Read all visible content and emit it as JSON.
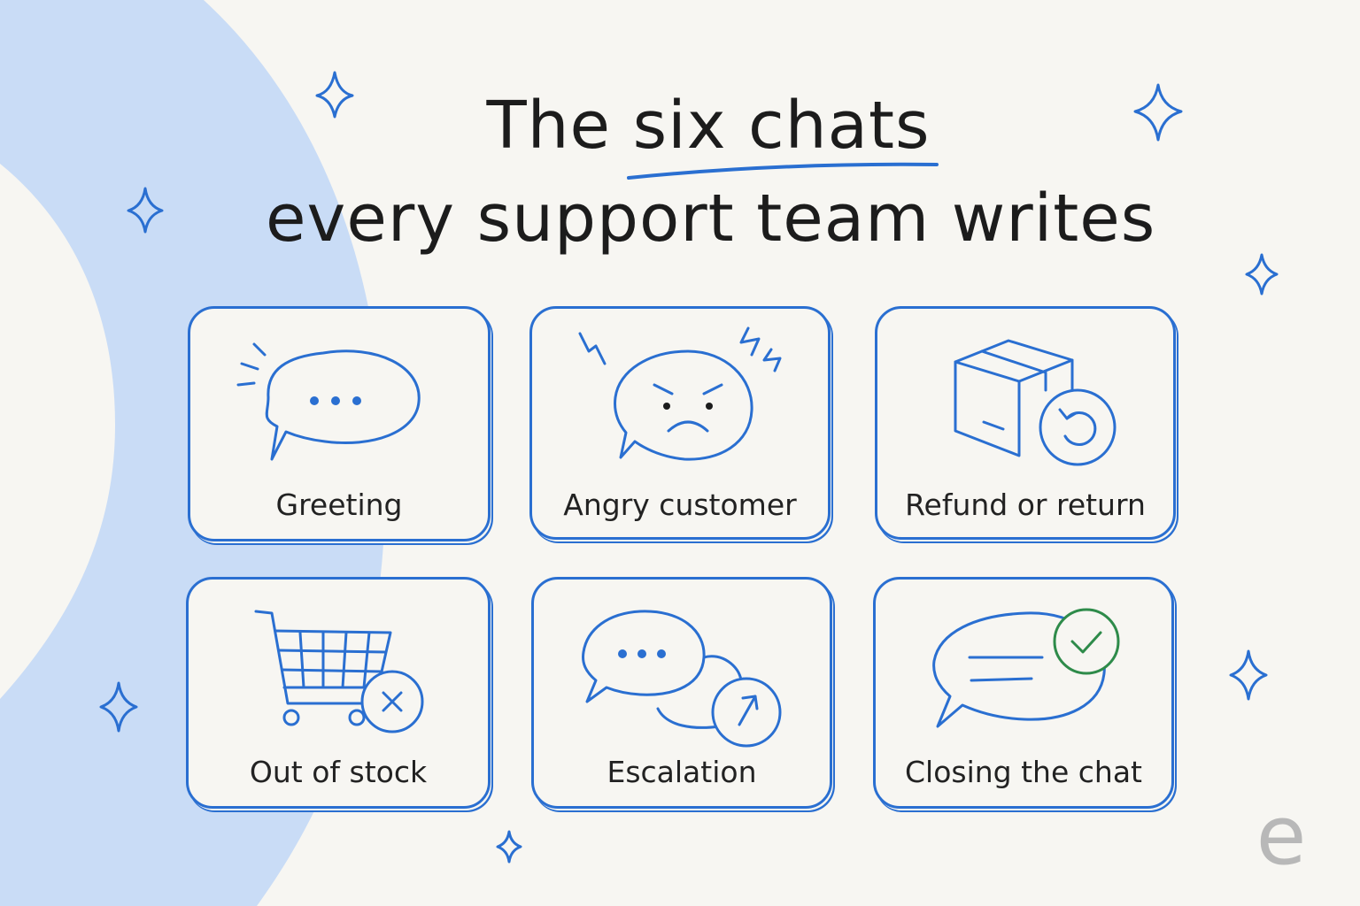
{
  "title": {
    "line1_before": "The ",
    "line1_highlight": "six chats",
    "line2": "every support team writes"
  },
  "cards": [
    {
      "label": "Greeting",
      "icon": "speech-bubble-dots-icon"
    },
    {
      "label": "Angry customer",
      "icon": "angry-face-bubble-icon"
    },
    {
      "label": "Refund or return",
      "icon": "box-return-icon"
    },
    {
      "label": "Out of stock",
      "icon": "cart-x-icon"
    },
    {
      "label": "Escalation",
      "icon": "escalate-bubble-icon"
    },
    {
      "label": "Closing the chat",
      "icon": "bubble-check-icon"
    }
  ],
  "logo": {
    "letter": "e"
  },
  "colors": {
    "accent": "#2a6fd1",
    "background": "#f7f6f2",
    "arc": "#c9dcf6",
    "check": "#2e8b4a",
    "text": "#1c1c1c"
  }
}
